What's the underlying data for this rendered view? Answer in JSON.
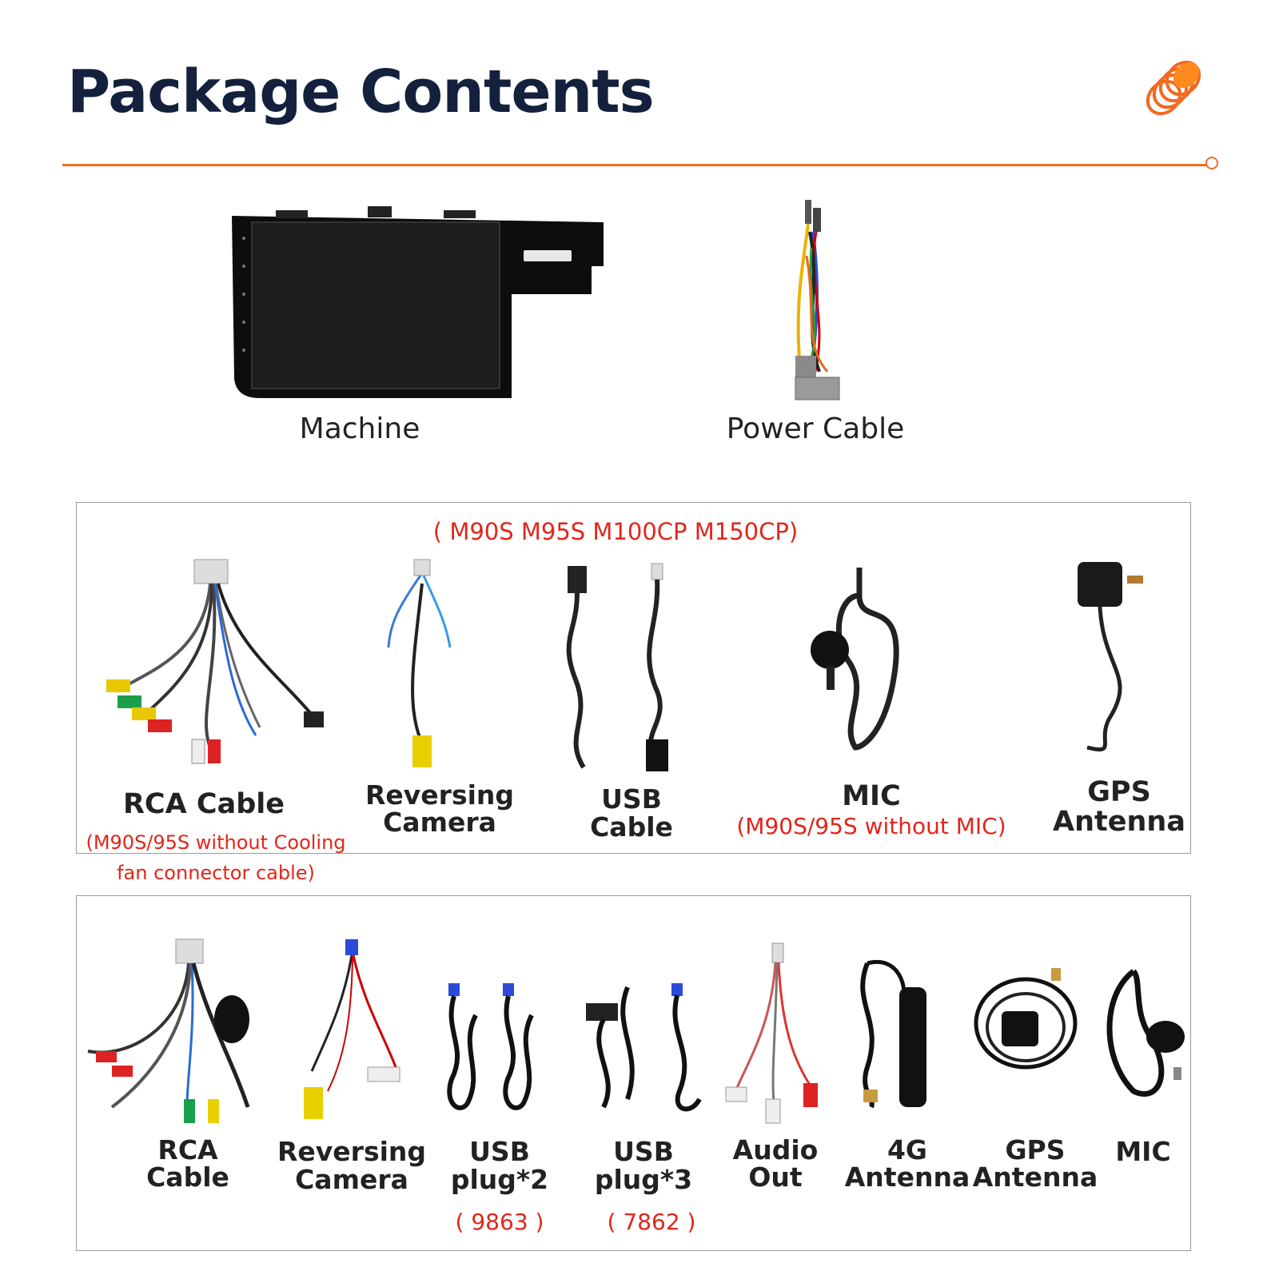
{
  "title": "Package Contents",
  "colors": {
    "accent": "#f26a21",
    "title": "#14213d",
    "note": "#e0261b"
  },
  "top_items": [
    {
      "label": "Machine"
    },
    {
      "label": "Power Cable"
    }
  ],
  "box1": {
    "header_note": "( M90S M95S M100CP M150CP)",
    "items": [
      {
        "label": "RCA Cable",
        "note_line1": "(M90S/95S without Cooling",
        "note_line2": "fan connector cable)"
      },
      {
        "label_line1": "Reversing",
        "label_line2": "Camera"
      },
      {
        "label_line1": "USB",
        "label_line2": "Cable"
      },
      {
        "label": "MIC",
        "note": "(M90S/95S without MIC)"
      },
      {
        "label_line1": "GPS",
        "label_line2": "Antenna"
      }
    ]
  },
  "box2": {
    "items": [
      {
        "label_line1": "RCA",
        "label_line2": "Cable"
      },
      {
        "label_line1": "Reversing",
        "label_line2": "Camera"
      },
      {
        "label_line1": "USB",
        "label_line2": "plug*2",
        "note": "( 9863 )"
      },
      {
        "label_line1": "USB",
        "label_line2": "plug*3",
        "note": "( 7862 )"
      },
      {
        "label_line1": "Audio",
        "label_line2": "Out"
      },
      {
        "label_line1": "4G",
        "label_line2": "Antenna"
      },
      {
        "label_line1": "GPS",
        "label_line2": "Antenna"
      },
      {
        "label": "MIC"
      }
    ]
  }
}
